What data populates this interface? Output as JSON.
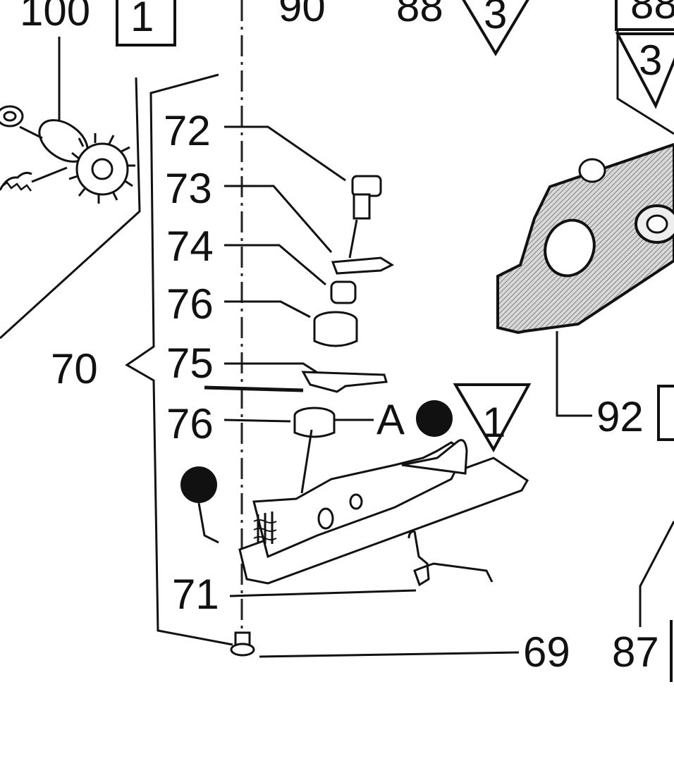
{
  "diagram": {
    "callouts": {
      "c100": "100",
      "c90": "90",
      "c88": "88",
      "c88_right": "88",
      "c72": "72",
      "c73": "73",
      "c74": "74",
      "c76_upper": "76",
      "c70": "70",
      "c75": "75",
      "c76_lower": "76",
      "cA": "A",
      "c71": "71",
      "c69": "69",
      "c87": "87",
      "c92": "92"
    },
    "boxed_refs": {
      "box_top_left": "1",
      "box_right_92": ""
    },
    "triangle_refs": {
      "tri_top_88": "3",
      "tri_top_right": "3",
      "tri_mid": "1"
    },
    "symbols": {
      "black_dot_marker": "●"
    }
  }
}
